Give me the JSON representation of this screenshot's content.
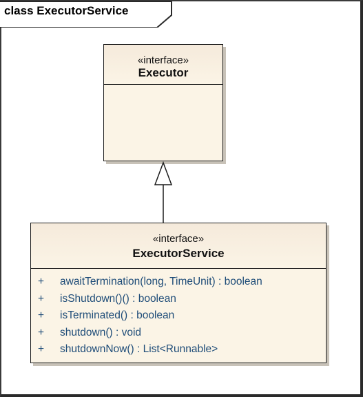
{
  "frame": {
    "title": "class ExecutorService"
  },
  "executor": {
    "stereotype": "«interface»",
    "name": "Executor"
  },
  "executor_service": {
    "stereotype": "«interface»",
    "name": "ExecutorService",
    "operations": [
      {
        "visibility": "+",
        "signature": "awaitTermination(long, TimeUnit) : boolean"
      },
      {
        "visibility": "+",
        "signature": "isShutdown()() : boolean"
      },
      {
        "visibility": "+",
        "signature": "isTerminated() : boolean"
      },
      {
        "visibility": "+",
        "signature": "shutdown() : void"
      },
      {
        "visibility": "+",
        "signature": "shutdownNow() : List<Runnable>"
      }
    ]
  },
  "colors": {
    "class_fill": "#fbf4e6",
    "operation_text": "#1e4c78",
    "border": "#1b1b1b"
  }
}
